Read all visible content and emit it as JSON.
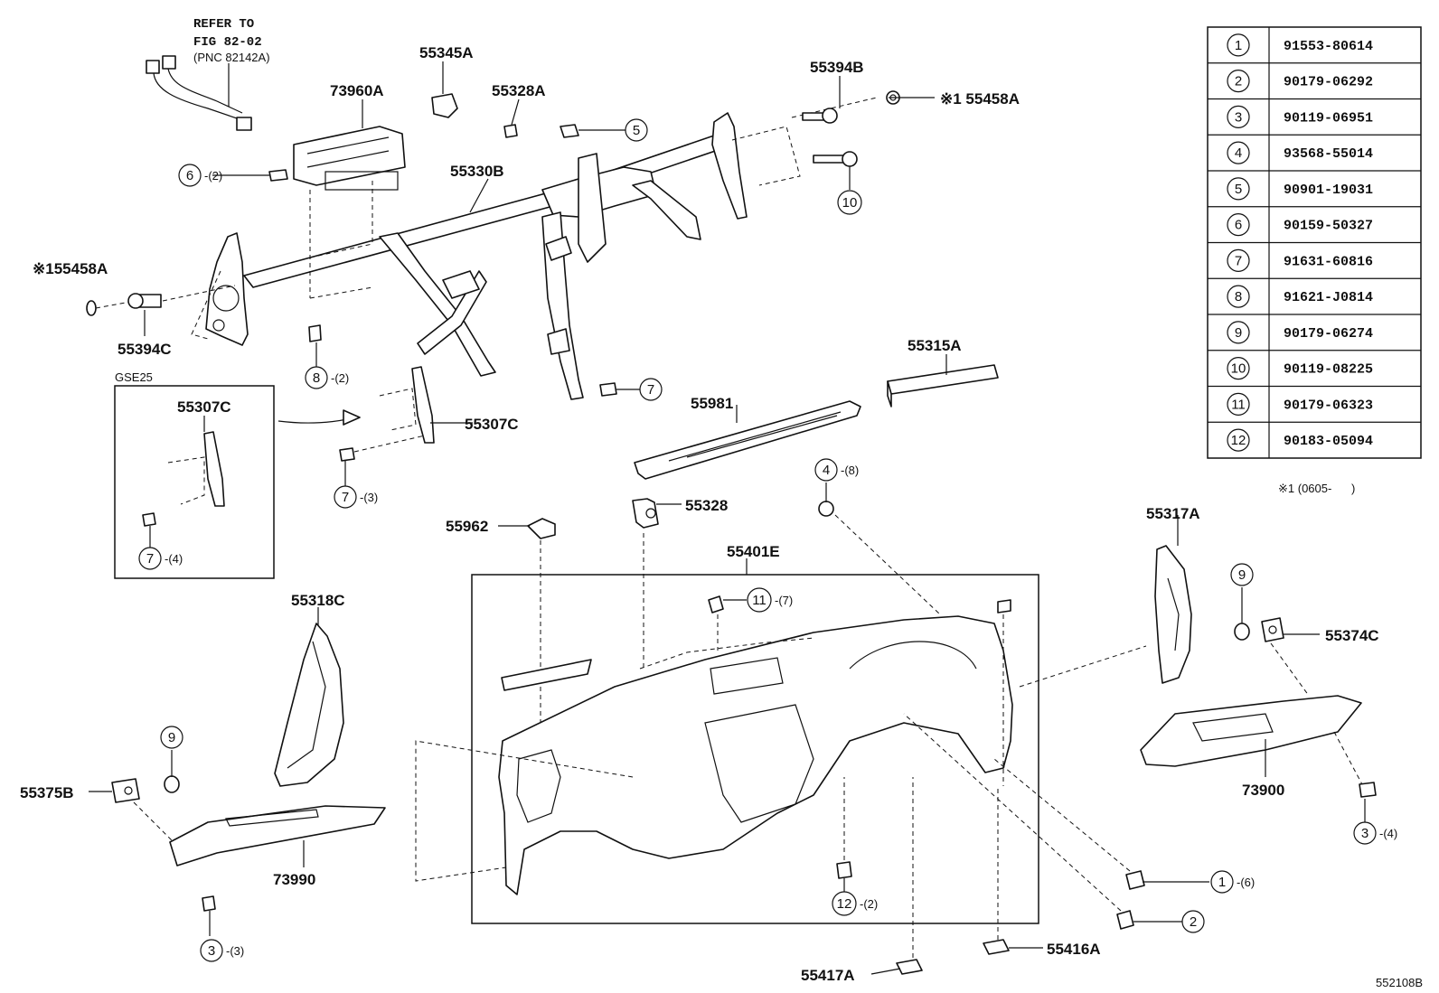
{
  "diagram": {
    "figure_id": "552108B",
    "refer_note": [
      "REFER TO",
      "FIG 82-02",
      "(PNC 82142A)"
    ],
    "inset_label": "GSE25",
    "footnote": "※1 (0605-      )",
    "parts": {
      "p73960A": "73960A",
      "p55345A": "55345A",
      "p55328A": "55328A",
      "p55394B": "55394B",
      "p55458A_top": "※1 55458A",
      "p55330B": "55330B",
      "p55458A_left": "※155458A",
      "p55394C": "55394C",
      "p55307C_inset": "55307C",
      "p55307C": "55307C",
      "p55315A": "55315A",
      "p55981": "55981",
      "p55962": "55962",
      "p55328": "55328",
      "p55401E": "55401E",
      "p55317A": "55317A",
      "p55374C": "55374C",
      "p55318C": "55318C",
      "p55375B": "55375B",
      "p73990": "73990",
      "p73900": "73900",
      "p55417A": "55417A",
      "p55416A": "55416A"
    },
    "callouts": {
      "c6": {
        "num": "6",
        "qty": "-(2)"
      },
      "c5": {
        "num": "5",
        "qty": ""
      },
      "c10": {
        "num": "10",
        "qty": ""
      },
      "c8": {
        "num": "8",
        "qty": "-(2)"
      },
      "c7a": {
        "num": "7",
        "qty": ""
      },
      "c7b": {
        "num": "7",
        "qty": "-(3)"
      },
      "c7c": {
        "num": "7",
        "qty": "-(4)"
      },
      "c4": {
        "num": "4",
        "qty": "-(8)"
      },
      "c11": {
        "num": "11",
        "qty": "-(7)"
      },
      "c9a": {
        "num": "9",
        "qty": ""
      },
      "c9b": {
        "num": "9",
        "qty": ""
      },
      "c3a": {
        "num": "3",
        "qty": "-(4)"
      },
      "c3b": {
        "num": "3",
        "qty": "-(3)"
      },
      "c1": {
        "num": "1",
        "qty": "-(6)"
      },
      "c2": {
        "num": "2",
        "qty": ""
      },
      "c12": {
        "num": "12",
        "qty": "-(2)"
      }
    },
    "table": [
      {
        "num": "1",
        "code": "91553-80614"
      },
      {
        "num": "2",
        "code": "90179-06292"
      },
      {
        "num": "3",
        "code": "90119-06951"
      },
      {
        "num": "4",
        "code": "93568-55014"
      },
      {
        "num": "5",
        "code": "90901-19031"
      },
      {
        "num": "6",
        "code": "90159-50327"
      },
      {
        "num": "7",
        "code": "91631-60816"
      },
      {
        "num": "8",
        "code": "91621-J0814"
      },
      {
        "num": "9",
        "code": "90179-06274"
      },
      {
        "num": "10",
        "code": "90119-08225"
      },
      {
        "num": "11",
        "code": "90179-06323"
      },
      {
        "num": "12",
        "code": "90183-05094"
      }
    ]
  }
}
